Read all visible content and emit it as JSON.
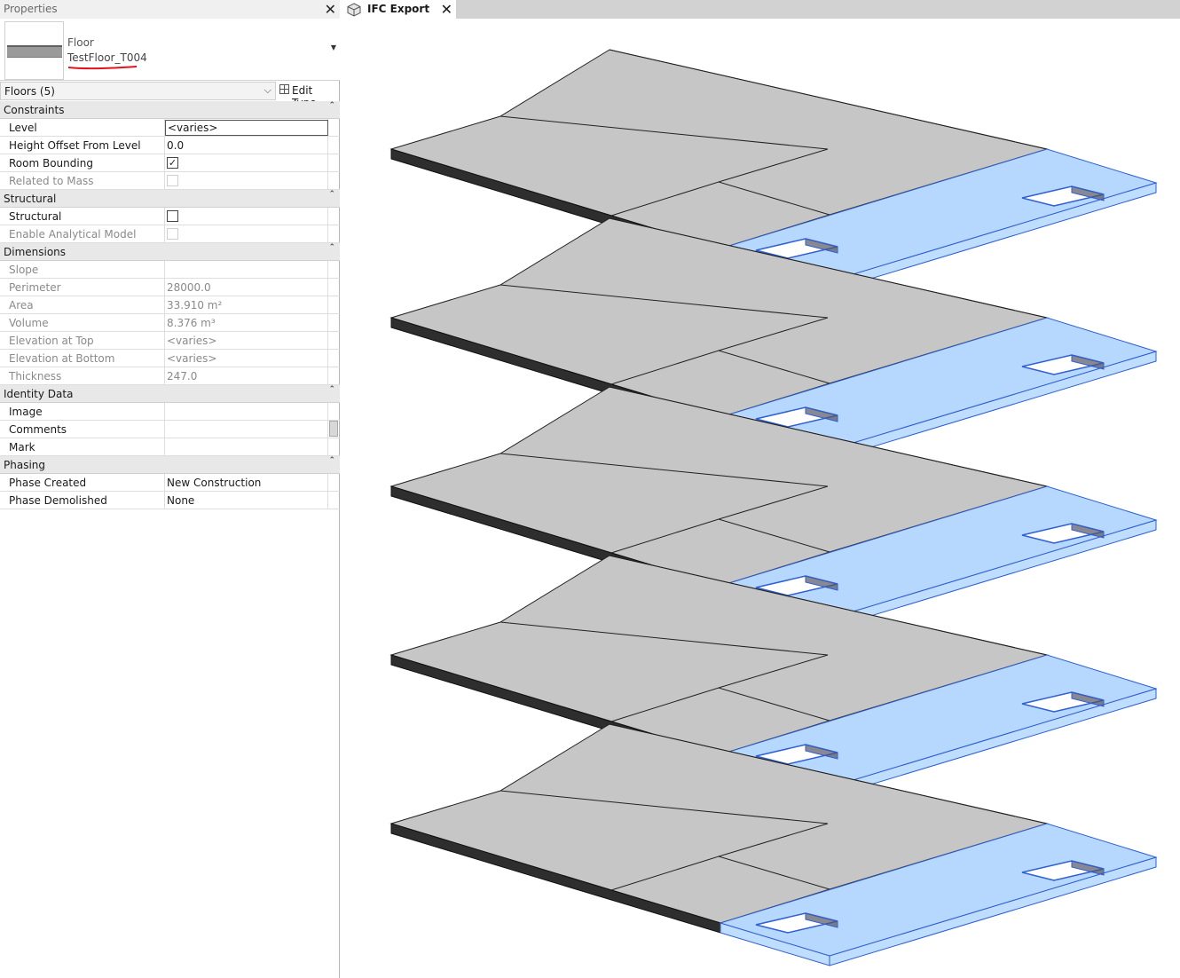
{
  "properties_panel": {
    "title": "Properties",
    "close_icon": "close-icon",
    "type_selector": {
      "family": "Floor",
      "type_name": "TestFloor_T004",
      "dropdown_icon": "dropdown-arrow-icon"
    },
    "filter": {
      "value": "Floors (5)"
    },
    "edit_type_label": "Edit Type",
    "sections": [
      {
        "title": "Constraints",
        "rows": [
          {
            "label": "Level",
            "value": "<varies>",
            "kind": "edit"
          },
          {
            "label": "Height Offset From Level",
            "value": "0.0"
          },
          {
            "label": "Room Bounding",
            "value": "",
            "kind": "checkbox",
            "checked": true
          },
          {
            "label": "Related to Mass",
            "value": "",
            "kind": "checkbox",
            "checked": false,
            "disabled": true
          }
        ]
      },
      {
        "title": "Structural",
        "rows": [
          {
            "label": "Structural",
            "value": "",
            "kind": "checkbox",
            "checked": false
          },
          {
            "label": "Enable Analytical Model",
            "value": "",
            "kind": "checkbox",
            "checked": false,
            "disabled": true
          }
        ]
      },
      {
        "title": "Dimensions",
        "rows": [
          {
            "label": "Slope",
            "value": "",
            "disabled": true
          },
          {
            "label": "Perimeter",
            "value": "28000.0",
            "disabled": true
          },
          {
            "label": "Area",
            "value": "33.910 m²",
            "disabled": true
          },
          {
            "label": "Volume",
            "value": "8.376 m³",
            "disabled": true
          },
          {
            "label": "Elevation at Top",
            "value": "<varies>",
            "disabled": true
          },
          {
            "label": "Elevation at Bottom",
            "value": "<varies>",
            "disabled": true
          },
          {
            "label": "Thickness",
            "value": "247.0",
            "disabled": true
          }
        ]
      },
      {
        "title": "Identity Data",
        "rows": [
          {
            "label": "Image",
            "value": ""
          },
          {
            "label": "Comments",
            "value": ""
          },
          {
            "label": "Mark",
            "value": ""
          }
        ]
      },
      {
        "title": "Phasing",
        "rows": [
          {
            "label": "Phase Created",
            "value": "New Construction"
          },
          {
            "label": "Phase Demolished",
            "value": "None"
          }
        ]
      }
    ]
  },
  "view_tab": {
    "label": "IFC Export",
    "icon": "3d-view-icon",
    "close_icon": "close-icon"
  },
  "viewport": {
    "floor_count": 5,
    "colors": {
      "slab_top": "#c6c6c6",
      "slab_edge": "#2e2e2e",
      "selection_fill": "#a9d1ff",
      "selection_edge": "#2f5fd0",
      "outline": "#222222"
    }
  }
}
